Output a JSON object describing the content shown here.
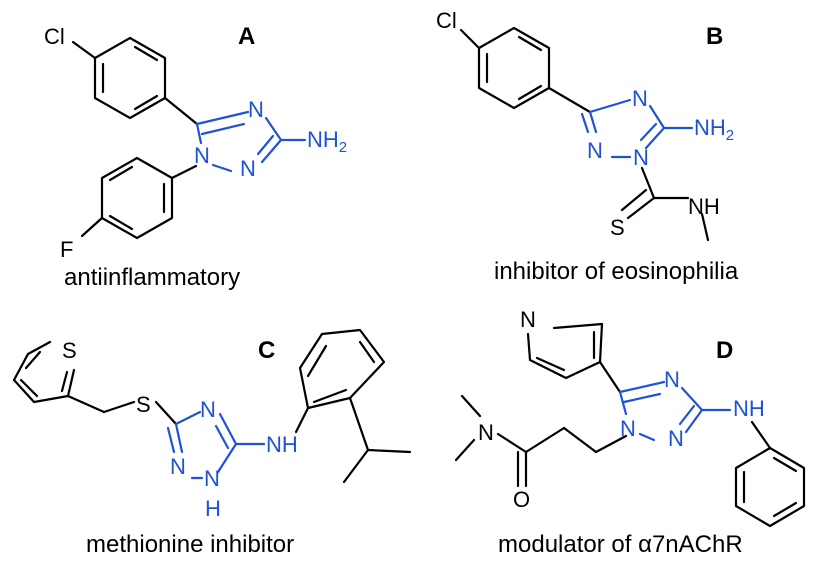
{
  "colors": {
    "ink": "#000000",
    "triazole": "#1f52d6"
  },
  "panels": {
    "A": {
      "letter": "A",
      "caption": "antiinflammatory",
      "atoms": {
        "cl": "Cl",
        "n1": "N",
        "n2": "N",
        "n3": "N",
        "amine": "NH",
        "amine_sub": "2",
        "f": "F"
      }
    },
    "B": {
      "letter": "B",
      "caption": "inhibitor of eosinophilia",
      "atoms": {
        "cl": "Cl",
        "n1": "N",
        "n2": "N",
        "n3": "N",
        "amine": "NH",
        "amine_sub": "2",
        "s": "S",
        "nh": "NH"
      }
    },
    "C": {
      "letter": "C",
      "caption": "methionine inhibitor",
      "atoms": {
        "thiophene_s": "S",
        "thioether_s": "S",
        "n1": "N",
        "n2": "N",
        "n3": "N",
        "nh_ring": "H",
        "nh_link": "NH"
      }
    },
    "D": {
      "letter": "D",
      "caption": "modulator of α7nAChR",
      "atoms": {
        "pyridine_n": "N",
        "n1": "N",
        "n2": "N",
        "n3": "N",
        "nh": "NH",
        "amide_n": "N",
        "o": "O"
      }
    }
  }
}
